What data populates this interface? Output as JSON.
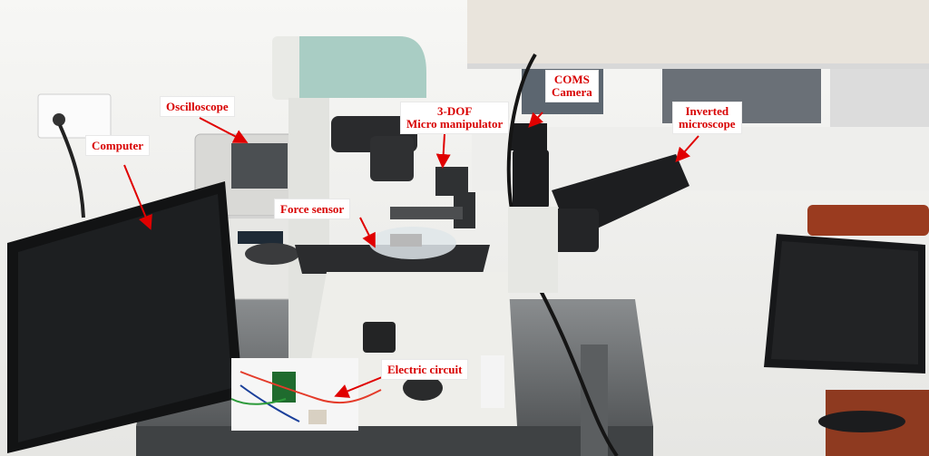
{
  "labels": {
    "oscilloscope": "Oscilloscope",
    "computer": "Computer",
    "micro_manipulator_line1": "3-DOF",
    "micro_manipulator_line2": "Micro manipulator",
    "coms_camera_line1": "COMS",
    "coms_camera_line2": "Camera",
    "inverted_microscope_line1": "Inverted",
    "inverted_microscope_line2": "microscope",
    "force_sensor": "Force sensor",
    "electric_circuit": "Electric circuit"
  },
  "colors": {
    "label_text": "#d80000",
    "arrow": "#e00000",
    "wall": "#f2f2f0",
    "table": "#6b6e70",
    "microscope_body": "#e9eae6",
    "microscope_head": "#a9cdc4"
  }
}
